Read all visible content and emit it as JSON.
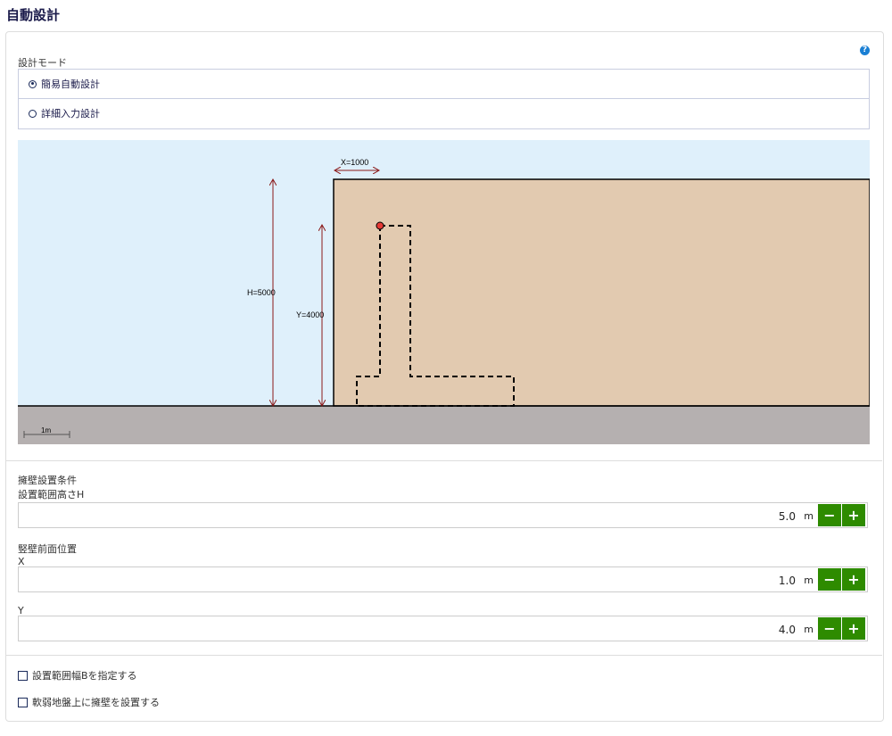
{
  "title": "自動設計",
  "design_mode": {
    "label": "設計モード",
    "options": [
      {
        "label": "簡易自動設計",
        "selected": true
      },
      {
        "label": "詳細入力設計",
        "selected": false
      }
    ]
  },
  "diagram": {
    "x_label": "X=1000",
    "h_label": "H=5000",
    "y_label": "Y=4000",
    "scale_label": "1m",
    "colors": {
      "sky": "#dff0fb",
      "soil": "#e2cab0",
      "ground": "#b5b0b0",
      "dim": "#8b1a1a",
      "marker": "#e53935"
    }
  },
  "conditions": {
    "heading": "擁壁設置条件",
    "height": {
      "label": "設置範囲高さH",
      "value": "5.0",
      "unit": "m"
    },
    "wall_front": "竪壁前面位置",
    "x": {
      "label": "X",
      "value": "1.0",
      "unit": "m"
    },
    "y": {
      "label": "Y",
      "value": "4.0",
      "unit": "m"
    },
    "minus": "−",
    "plus": "+"
  },
  "options": [
    {
      "label": "設置範囲幅Bを指定する",
      "checked": false
    },
    {
      "label": "軟弱地盤上に擁壁を設置する",
      "checked": false
    }
  ],
  "help": "?"
}
